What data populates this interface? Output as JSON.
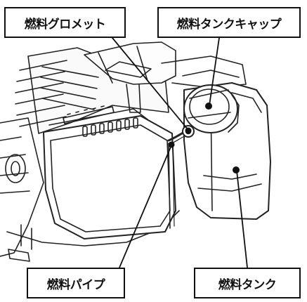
{
  "callouts": {
    "fuel_grommet": "燃料グロメット",
    "fuel_tank_cap": "燃料タンクキャップ",
    "fuel_pipe": "燃料パイプ",
    "fuel_tank": "燃料タンク"
  },
  "colors": {
    "line": "#111111",
    "background": "#ffffff",
    "marker": "#111111"
  }
}
